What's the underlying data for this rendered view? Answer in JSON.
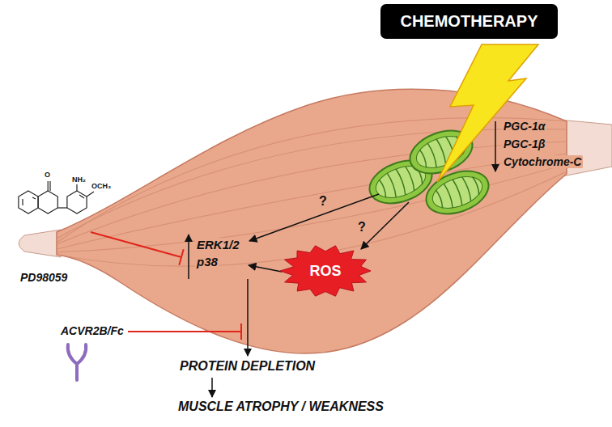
{
  "diagram": {
    "nodes": [
      {
        "text": [
          "CHEMOTHERAPY"
        ]
      },
      {
        "text": [
          "ROS"
        ]
      }
    ],
    "labels": [
      "O",
      "NH₂",
      "OCH₃",
      "PD98059",
      "PGC-1α",
      "PGC-1β",
      "Cytochrome-C",
      "?",
      "?",
      "ERK1/2",
      "p38",
      "ACVR2B/Fc",
      "PROTEIN DEPLETION",
      "MUSCLE ATROPHY / WEAKNESS"
    ]
  }
}
